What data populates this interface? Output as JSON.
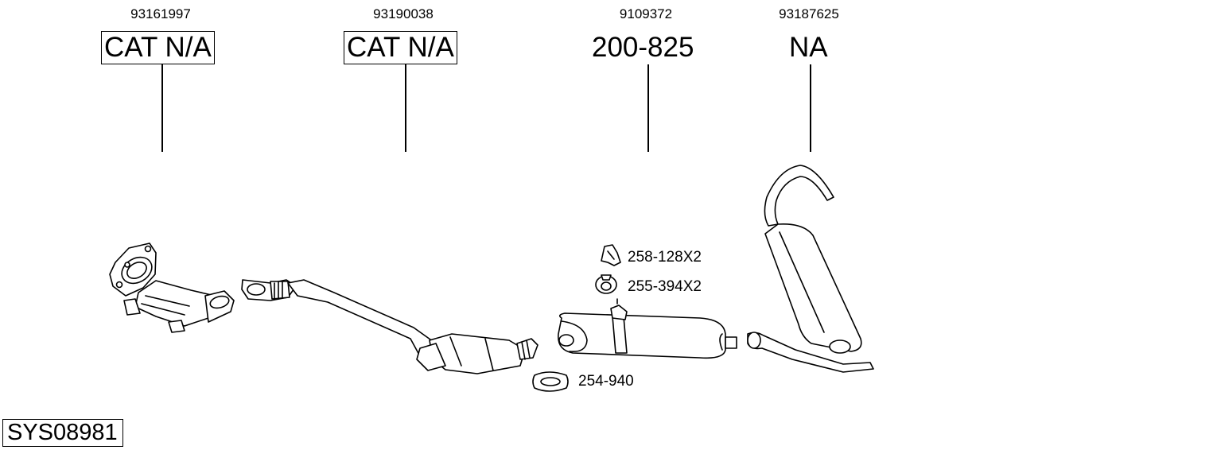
{
  "parts": [
    {
      "oem": "93161997",
      "code": "CAT N/A",
      "boxed": true
    },
    {
      "oem": "93190038",
      "code": "CAT N/A",
      "boxed": true
    },
    {
      "oem": "9109372",
      "code": "200-825",
      "boxed": false
    },
    {
      "oem": "93187625",
      "code": "NA",
      "boxed": false
    }
  ],
  "accessories": [
    {
      "label": "258-128X2",
      "icon": "rubber-hanger-icon"
    },
    {
      "label": "255-394X2",
      "icon": "rubber-ring-mount-icon"
    },
    {
      "label": "254-940",
      "icon": "pipe-clamp-icon"
    }
  ],
  "system_id": "SYS08981"
}
